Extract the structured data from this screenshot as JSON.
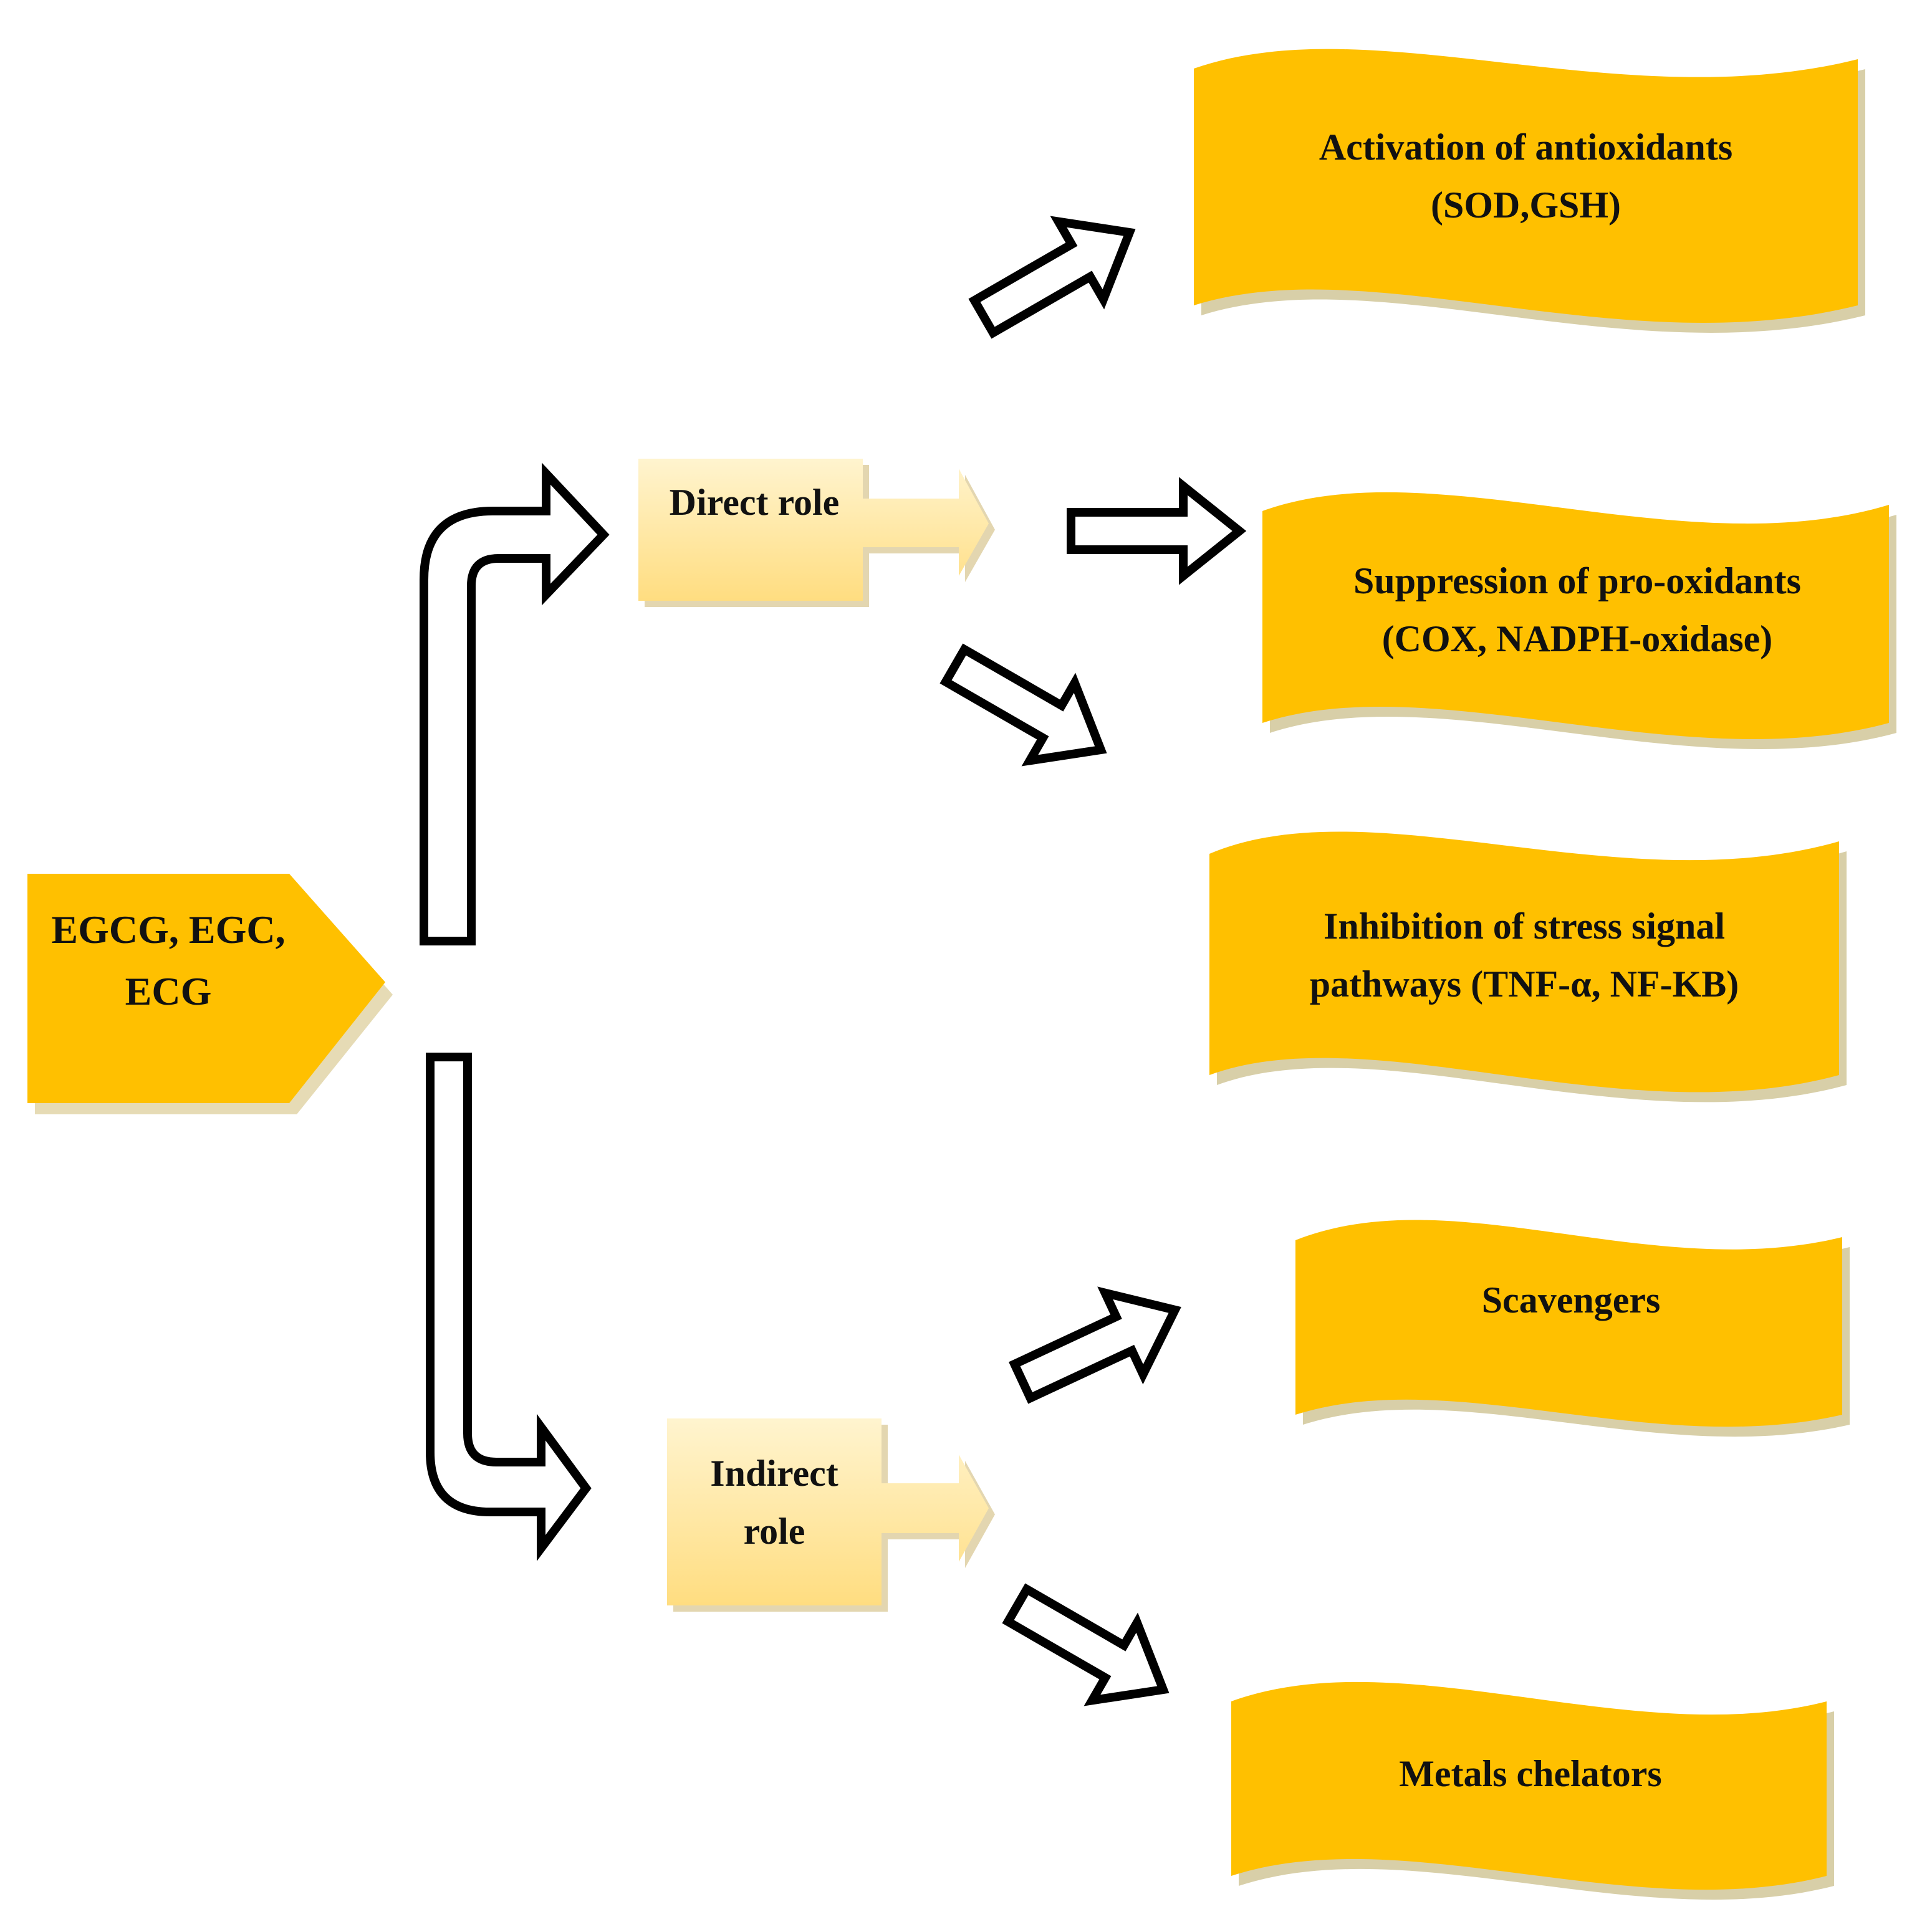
{
  "source": {
    "lines": [
      "EGCG, EGC,",
      "ECG"
    ],
    "color": "#FFC000"
  },
  "roles": {
    "direct": {
      "lines": [
        "Direct role"
      ]
    },
    "indirect": {
      "lines": [
        "Indirect",
        "role"
      ]
    },
    "color": "#FFE9A3"
  },
  "outcomes": {
    "antioxidants": {
      "lines": [
        "Activation of antioxidants",
        "(SOD,GSH)"
      ]
    },
    "pro_oxidants": {
      "lines": [
        "Suppression of pro-oxidants",
        "(COX, NADPH-oxidase)"
      ]
    },
    "stress_signal": {
      "lines": [
        "Inhibition of stress signal",
        "pathways (TNF-α, NF-KB)"
      ]
    },
    "scavengers": {
      "lines": [
        "Scavengers"
      ]
    },
    "chelators": {
      "lines": [
        "Metals chelators"
      ]
    },
    "color": "#FFC000",
    "shadow_color": "#D8CFA8"
  }
}
